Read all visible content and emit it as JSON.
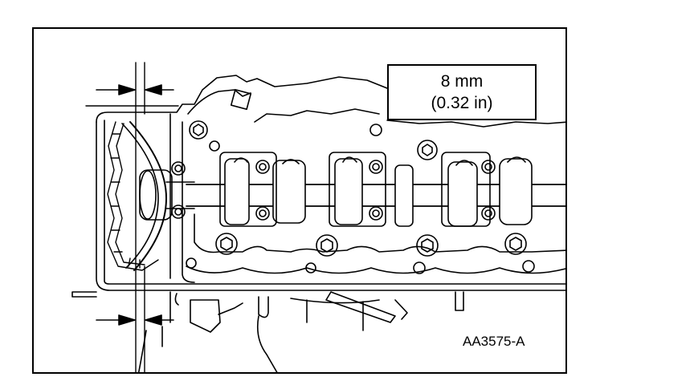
{
  "measurement": {
    "metric": "8 mm",
    "imperial": "(0.32 in)"
  },
  "figure_id": "AA3575-A",
  "colors": {
    "line": "#000000",
    "background": "#ffffff"
  }
}
